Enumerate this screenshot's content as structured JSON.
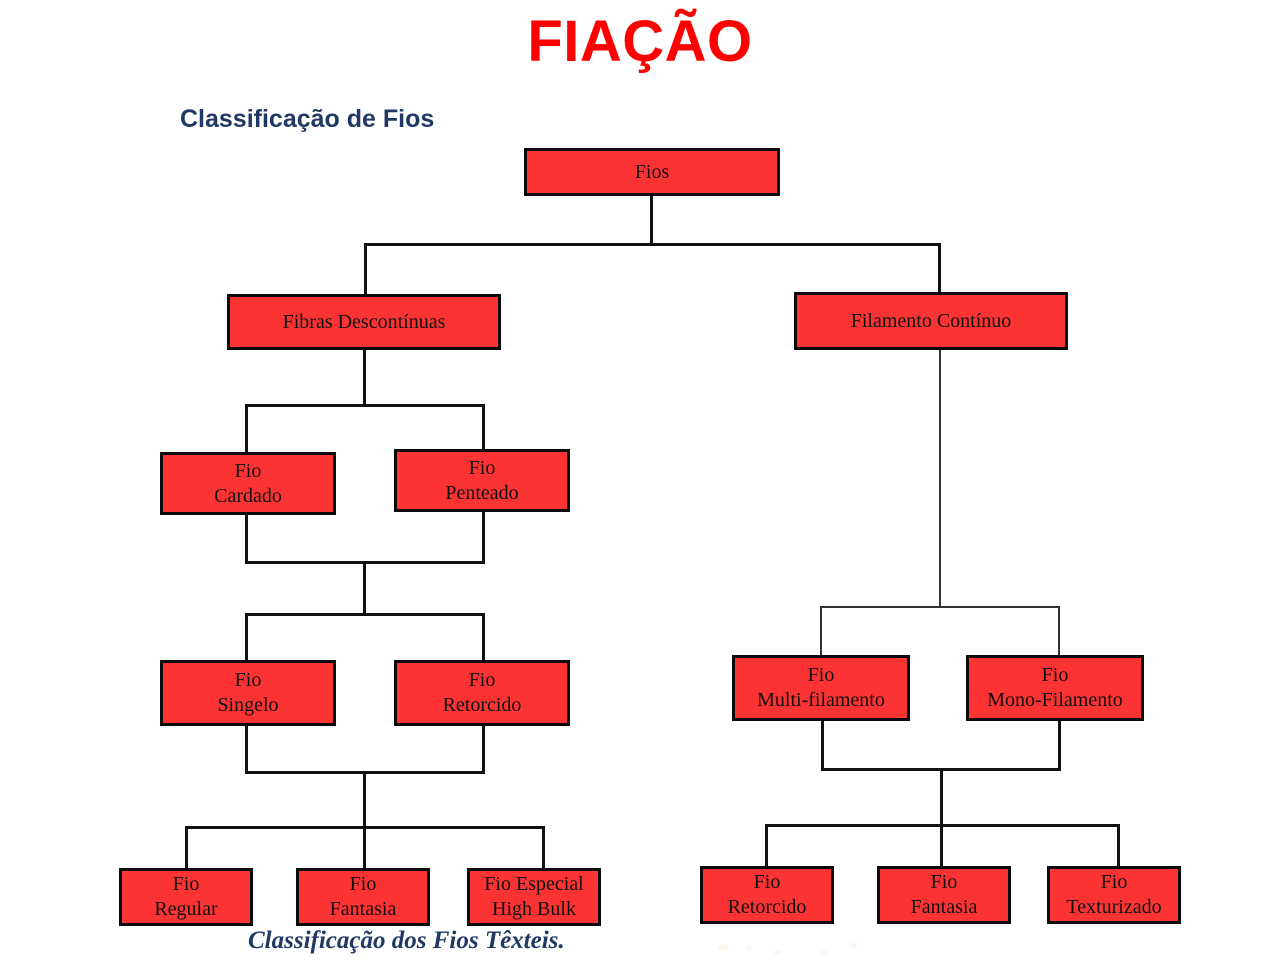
{
  "slide": {
    "title": "FIAÇÃO",
    "section_title": "Classificação de Fios",
    "figure_caption": "Classificação dos Fios Têxteis."
  },
  "colors": {
    "title_red": "#FF0000",
    "node_fill": "#FC3333",
    "node_border": "#0A0A0A",
    "heading_navy": "#1F3864",
    "background": "#FFFFFF"
  },
  "chart_data": {
    "type": "diagram",
    "title": "Classificação de Fios",
    "caption": "Classificação dos Fios Têxteis.",
    "orientation": "top-down",
    "root": "Fios",
    "nodes": [
      {
        "id": "fios",
        "label": "Fios",
        "lines": [
          "Fios"
        ]
      },
      {
        "id": "descont",
        "label": "Fibras Descontínuas",
        "lines": [
          "Fibras Descontínuas"
        ]
      },
      {
        "id": "continuo",
        "label": "Filamento Contínuo",
        "lines": [
          "Filamento Contínuo"
        ]
      },
      {
        "id": "cardado",
        "label": "Fio Cardado",
        "lines": [
          "Fio",
          "Cardado"
        ]
      },
      {
        "id": "penteado",
        "label": "Fio Penteado",
        "lines": [
          "Fio",
          "Penteado"
        ]
      },
      {
        "id": "singelo",
        "label": "Fio Singelo",
        "lines": [
          "Fio",
          "Singelo"
        ]
      },
      {
        "id": "retorcido_l",
        "label": "Fio Retorcido",
        "lines": [
          "Fio",
          "Retorcido"
        ]
      },
      {
        "id": "regular",
        "label": "Fio Regular",
        "lines": [
          "Fio",
          "Regular"
        ]
      },
      {
        "id": "fantasia_l",
        "label": "Fio Fantasia",
        "lines": [
          "Fio",
          "Fantasia"
        ]
      },
      {
        "id": "highbulk",
        "label": "Fio Especial High Bulk",
        "lines": [
          "Fio Especial",
          "High Bulk"
        ]
      },
      {
        "id": "multi",
        "label": "Fio Multi-filamento",
        "lines": [
          "Fio",
          "Multi-filamento"
        ]
      },
      {
        "id": "mono",
        "label": "Fio Mono-Filamento",
        "lines": [
          "Fio",
          "Mono-Filamento"
        ]
      },
      {
        "id": "retorcido_r",
        "label": "Fio Retorcido",
        "lines": [
          "Fio",
          "Retorcido"
        ]
      },
      {
        "id": "fantasia_r",
        "label": "Fio Fantasia",
        "lines": [
          "Fio",
          "Fantasia"
        ]
      },
      {
        "id": "texturizado",
        "label": "Fio Texturizado",
        "lines": [
          "Fio",
          "Texturizado"
        ]
      }
    ],
    "edges": [
      {
        "from": "fios",
        "to": "descont"
      },
      {
        "from": "fios",
        "to": "continuo"
      },
      {
        "from": "descont",
        "to": "cardado"
      },
      {
        "from": "descont",
        "to": "penteado"
      },
      {
        "from": "cardado",
        "to": "singelo"
      },
      {
        "from": "penteado",
        "to": "singelo"
      },
      {
        "from": "cardado",
        "to": "retorcido_l"
      },
      {
        "from": "penteado",
        "to": "retorcido_l"
      },
      {
        "from": "singelo",
        "to": "regular"
      },
      {
        "from": "singelo",
        "to": "fantasia_l"
      },
      {
        "from": "singelo",
        "to": "highbulk"
      },
      {
        "from": "retorcido_l",
        "to": "regular"
      },
      {
        "from": "retorcido_l",
        "to": "fantasia_l"
      },
      {
        "from": "retorcido_l",
        "to": "highbulk"
      },
      {
        "from": "continuo",
        "to": "multi"
      },
      {
        "from": "continuo",
        "to": "mono"
      },
      {
        "from": "multi",
        "to": "retorcido_r"
      },
      {
        "from": "multi",
        "to": "fantasia_r"
      },
      {
        "from": "multi",
        "to": "texturizado"
      },
      {
        "from": "mono",
        "to": "retorcido_r"
      },
      {
        "from": "mono",
        "to": "fantasia_r"
      },
      {
        "from": "mono",
        "to": "texturizado"
      }
    ],
    "levels": [
      {
        "level": 1,
        "nodes": [
          "fios"
        ]
      },
      {
        "level": 2,
        "nodes": [
          "descont",
          "continuo"
        ]
      },
      {
        "level": 3,
        "nodes": [
          "cardado",
          "penteado",
          "multi",
          "mono"
        ]
      },
      {
        "level": 4,
        "nodes": [
          "singelo",
          "retorcido_l"
        ]
      },
      {
        "level": 5,
        "nodes": [
          "regular",
          "fantasia_l",
          "highbulk",
          "retorcido_r",
          "fantasia_r",
          "texturizado"
        ]
      }
    ]
  }
}
